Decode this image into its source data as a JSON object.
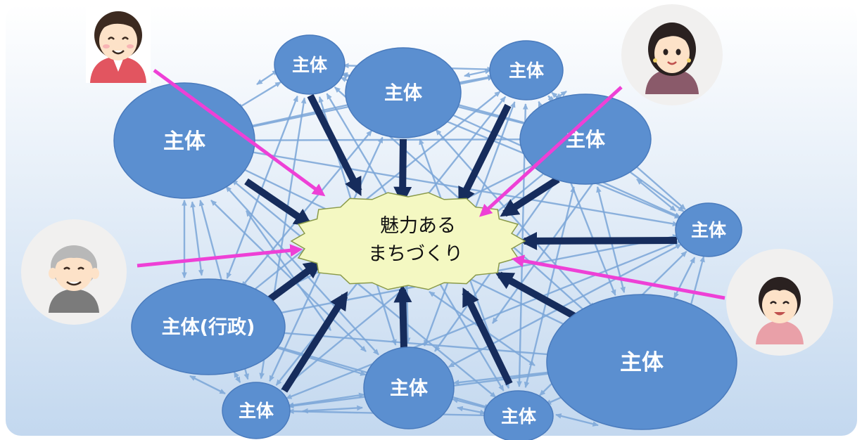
{
  "diagram": {
    "center": {
      "line1": "魅力ある",
      "line2": "まちづくり"
    },
    "nodes": [
      {
        "id": "n1",
        "label": "主体"
      },
      {
        "id": "n2",
        "label": "主体"
      },
      {
        "id": "n3",
        "label": "主体"
      },
      {
        "id": "n4",
        "label": "主体"
      },
      {
        "id": "n5",
        "label": "主体"
      },
      {
        "id": "n6",
        "label": "主体"
      },
      {
        "id": "n7",
        "label": "主体(行政)"
      },
      {
        "id": "n8",
        "label": "主体"
      },
      {
        "id": "n9",
        "label": "主体"
      },
      {
        "id": "n10",
        "label": "主体"
      },
      {
        "id": "n11",
        "label": "主体"
      }
    ],
    "residents": [
      {
        "id": "woman-red-top-left",
        "icon": "woman-red-shirt-icon"
      },
      {
        "id": "woman-right-top",
        "icon": "woman-dark-hair-icon"
      },
      {
        "id": "elder-left",
        "icon": "elderly-man-icon"
      },
      {
        "id": "child-right",
        "icon": "child-icon"
      }
    ],
    "colors": {
      "node": "#5b8fd0",
      "center": "#f3f7bf",
      "contribution_arrow": "#162c5c",
      "resident_arrow": "#ee40d6",
      "network_line": "#7ba6d8",
      "background_top": "#ffffff",
      "background_bottom": "#c7dcf1"
    }
  }
}
